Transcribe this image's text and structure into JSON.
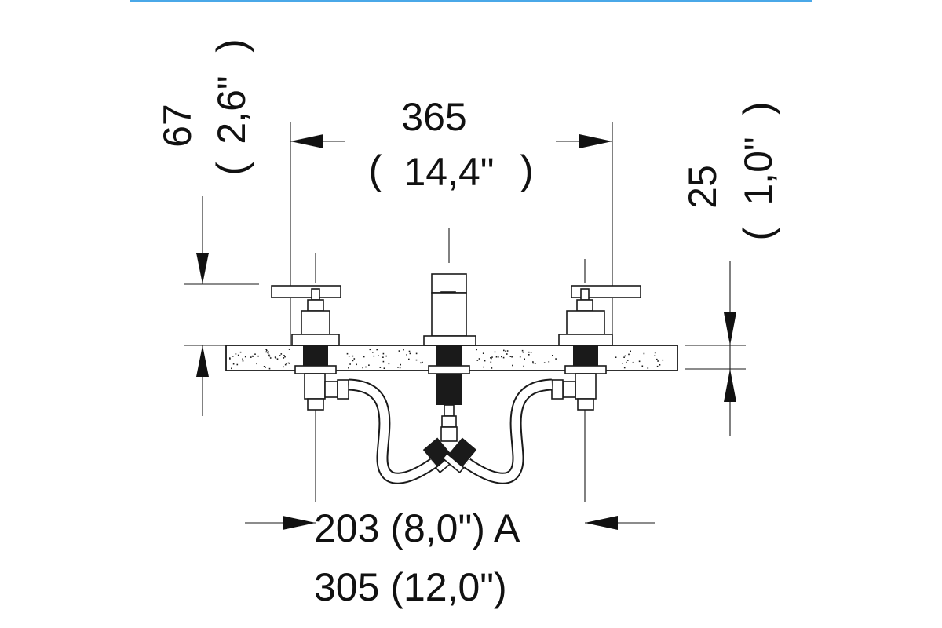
{
  "colors": {
    "accent_line": "#4aa8e8",
    "ink": "#1a1a1a",
    "background": "#ffffff"
  },
  "dimensions": {
    "width_mm": "365",
    "width_in": "14,4\"",
    "height_mm": "67",
    "height_in": "2,6\"",
    "deck_mm": "25",
    "deck_in": "1,0\"",
    "spread_min": "203  (8,0\") A",
    "spread_max": "305 (12,0\")"
  },
  "paren_open": "(",
  "paren_close": ")"
}
